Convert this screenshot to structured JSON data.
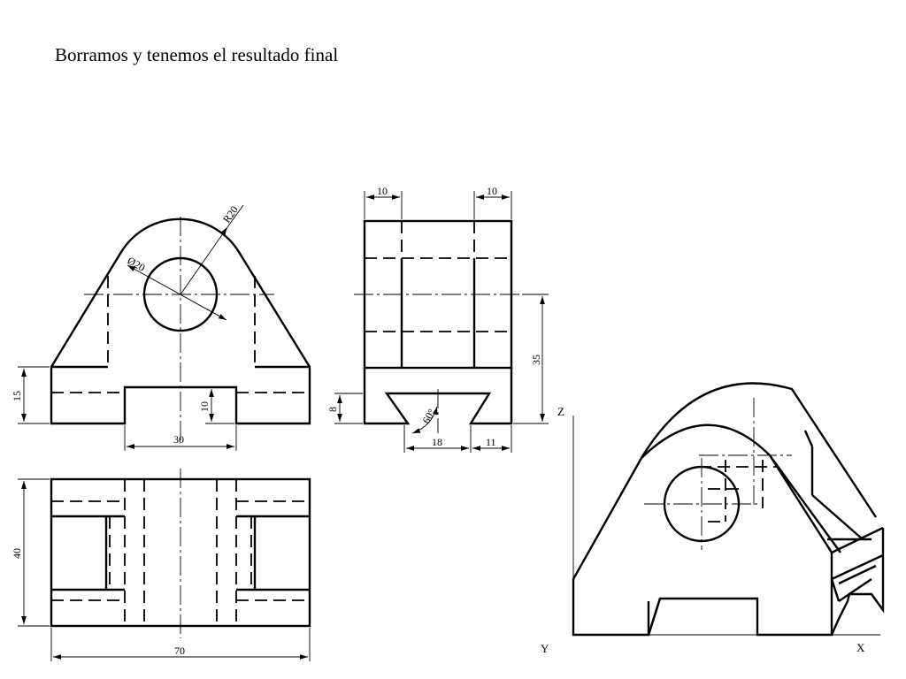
{
  "caption": "Borramos y tenemos el resultado final",
  "dims": {
    "front": {
      "height": "15",
      "slot_depth": "10",
      "slot_width": "30",
      "radius": "R20",
      "diameter": "Ø20"
    },
    "side": {
      "left": "10",
      "right": "10",
      "height": "35",
      "v_depth": "8",
      "angle": "60°",
      "v_width": "18",
      "right_offset": "11"
    },
    "top": {
      "depth": "40",
      "width": "70"
    }
  },
  "axes": {
    "z": "Z",
    "y": "Y",
    "x": "X"
  }
}
